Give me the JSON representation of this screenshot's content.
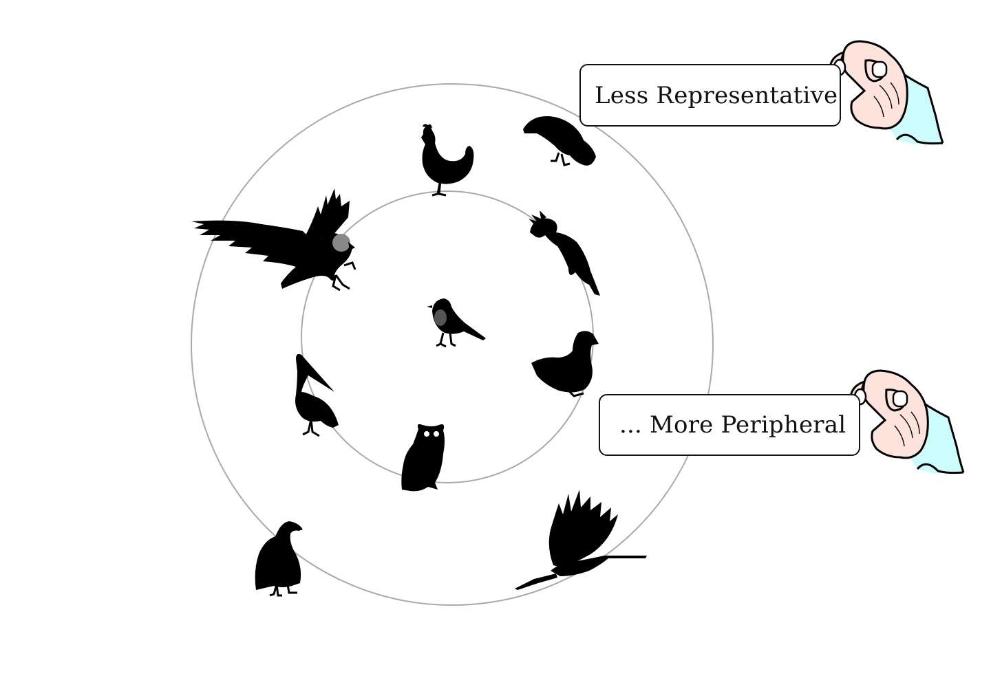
{
  "labels": {
    "less_representative": "Less Representative",
    "more_peripheral": "...  More Peripheral"
  },
  "colors": {
    "background": "#ffffff",
    "ring": "#a9a9a9",
    "silhouette": "#000000",
    "hand_skin": "#fde3dc",
    "sleeve": "#ccfcfc",
    "eagle_head": "#888888"
  },
  "birds": {
    "center": [
      "robin"
    ],
    "inner_ring": [
      "chicken",
      "parrot",
      "duck",
      "owl",
      "pelican",
      "eagle"
    ],
    "outer_ring": [
      "crow",
      "crane",
      "vulture"
    ]
  }
}
